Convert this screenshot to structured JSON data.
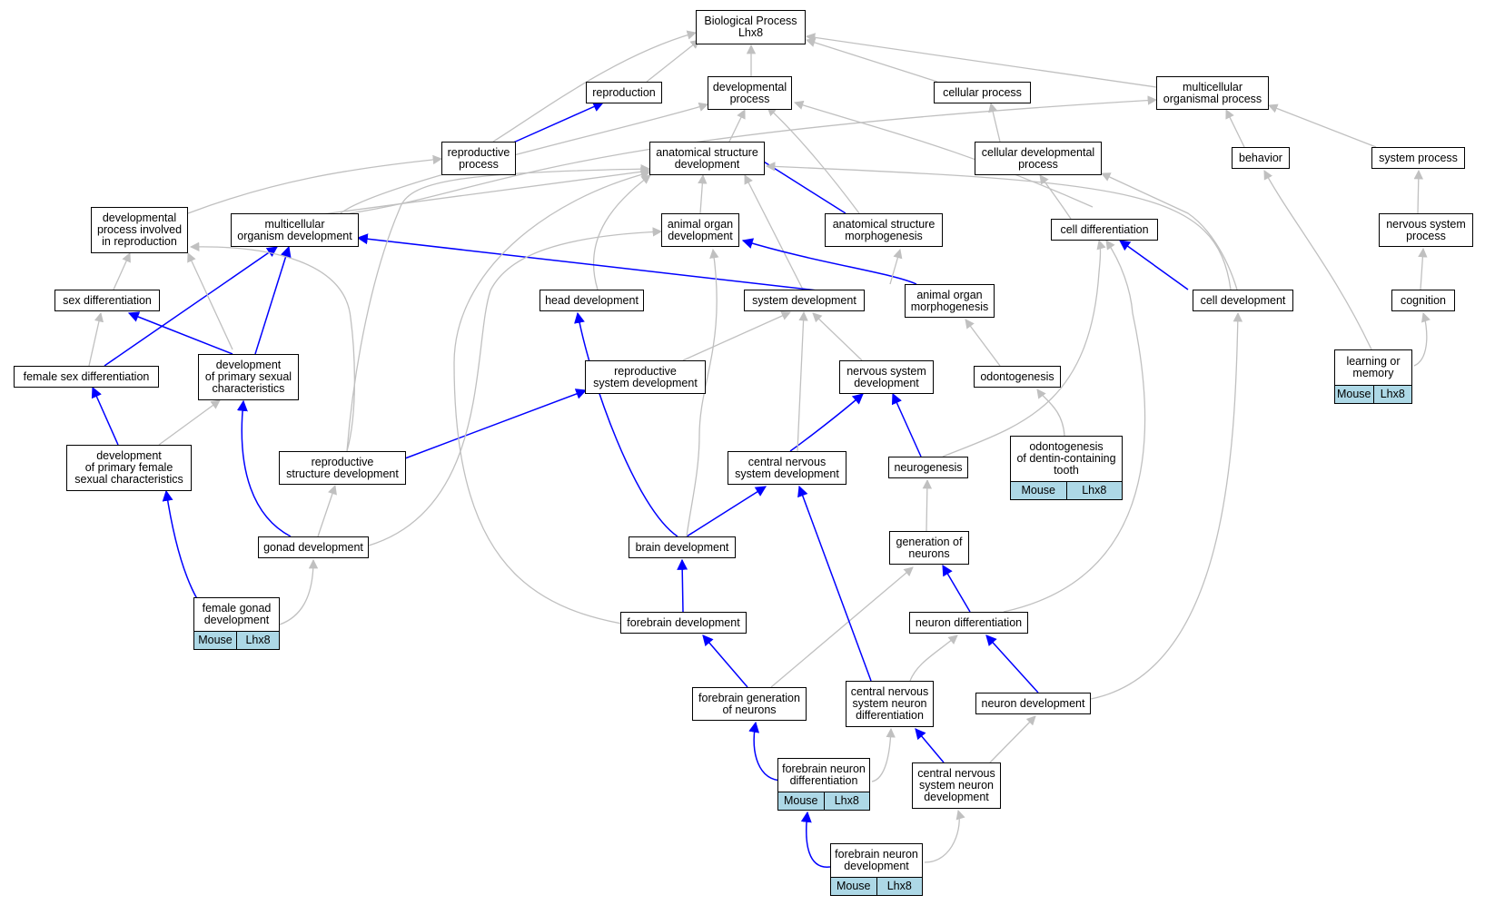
{
  "colors": {
    "direct_edge": "#0000ff",
    "inferred_edge": "#c0c0c0",
    "tag_fill": "#add8e6"
  },
  "nodes": {
    "bp": "Biological Process\nLhx8",
    "reproduction": "reproduction",
    "developmental_process": "developmental\nprocess",
    "cellular_process": "cellular process",
    "multicellular_organismal_process": "multicellular\norganismal process",
    "reproductive_process": "reproductive\nprocess",
    "anatomical_structure_development": "anatomical structure\ndevelopment",
    "cellular_developmental_process": "cellular developmental\nprocess",
    "behavior": "behavior",
    "system_process": "system process",
    "dev_process_reproduction": "developmental\nprocess involved\nin reproduction",
    "multicellular_organism_development": "multicellular\norganism development",
    "animal_organ_development": "animal organ\ndevelopment",
    "anatomical_structure_morphogenesis": "anatomical structure\nmorphogenesis",
    "cell_differentiation": "cell differentiation",
    "nervous_system_process": "nervous system\nprocess",
    "sex_differentiation": "sex differentiation",
    "head_development": "head development",
    "system_development": "system development",
    "animal_organ_morphogenesis": "animal organ\nmorphogenesis",
    "cell_development": "cell development",
    "cognition": "cognition",
    "female_sex_differentiation": "female sex differentiation",
    "development_primary_sexual": "development\nof primary sexual\ncharacteristics",
    "reproductive_system_development": "reproductive\nsystem development",
    "nervous_system_development": "nervous system\ndevelopment",
    "odontogenesis": "odontogenesis",
    "learning_or_memory": "learning or\nmemory",
    "development_primary_female": "development\nof primary female\nsexual characteristics",
    "reproductive_structure_development": "reproductive\nstructure development",
    "cns_development": "central nervous\nsystem development",
    "neurogenesis": "neurogenesis",
    "odontogenesis_dentin": "odontogenesis\nof dentin-containing\ntooth",
    "gonad_development": "gonad development",
    "brain_development": "brain development",
    "generation_of_neurons": "generation of\nneurons",
    "female_gonad_development": "female gonad\ndevelopment",
    "forebrain_development": "forebrain development",
    "neuron_differentiation": "neuron differentiation",
    "forebrain_generation_of_neurons": "forebrain generation\nof neurons",
    "cns_neuron_differentiation": "central nervous\nsystem neuron\ndifferentiation",
    "neuron_development": "neuron development",
    "forebrain_neuron_differentiation": "forebrain neuron\ndifferentiation",
    "cns_neuron_development": "central nervous\nsystem neuron\ndevelopment",
    "forebrain_neuron_development": "forebrain neuron\ndevelopment"
  },
  "tags": {
    "species": "Mouse",
    "gene": "Lhx8"
  }
}
